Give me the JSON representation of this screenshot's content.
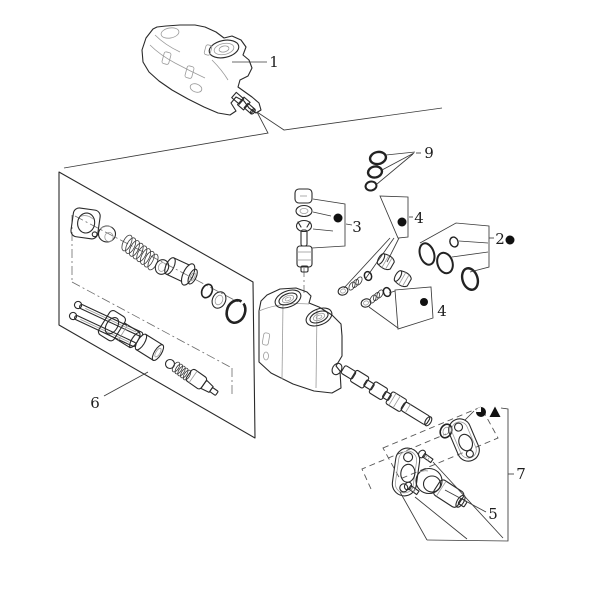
{
  "figure": {
    "type": "exploded-parts-diagram",
    "subject": "hydraulic-control-valve-section",
    "background": "#ffffff"
  },
  "colors": {
    "ink": "#2a2a2a",
    "light_ink": "#9a9a9a",
    "marker": "#111111"
  },
  "callouts": {
    "c1": {
      "text": "1"
    },
    "c2": {
      "text": "2"
    },
    "c3": {
      "text": "3"
    },
    "c4a": {
      "text": "4"
    },
    "c4b": {
      "text": "4"
    },
    "c5": {
      "text": "5"
    },
    "c6": {
      "text": "6"
    },
    "c7": {
      "text": "7"
    },
    "c9": {
      "text": "9"
    }
  },
  "markers": {
    "kit_dot": "filled-circle",
    "seal_symbol_1": "half-filled-circle",
    "seal_symbol_2": "filled-triangle"
  }
}
